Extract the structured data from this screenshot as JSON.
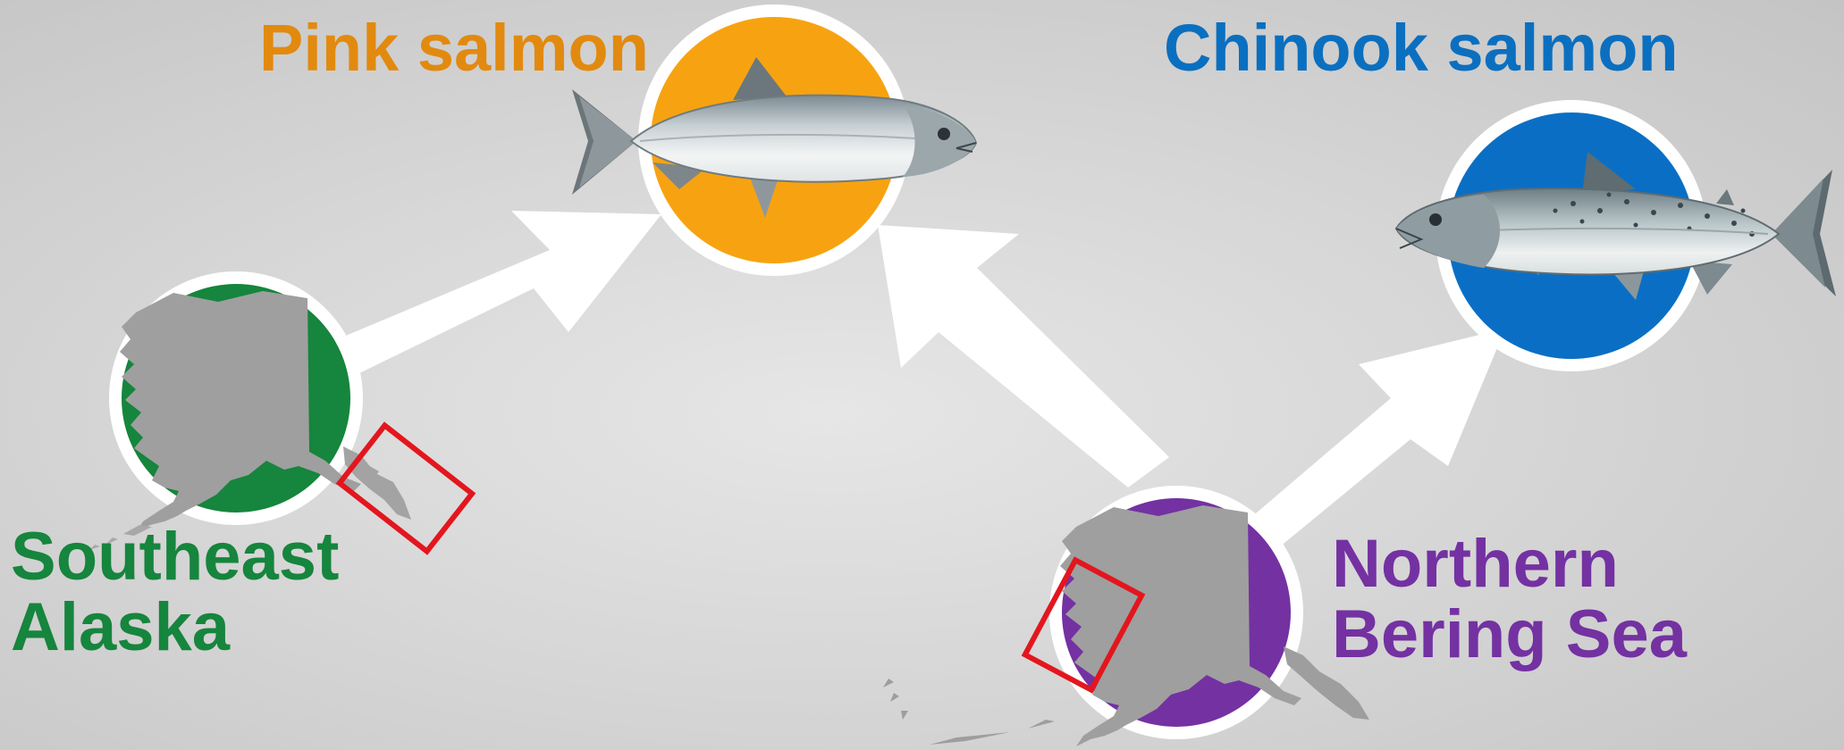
{
  "labels": {
    "pink_salmon": "Pink salmon",
    "chinook_salmon": "Chinook salmon",
    "southeast_alaska": [
      "Southeast",
      "Alaska"
    ],
    "northern_bering_sea": [
      "Northern",
      "Bering Sea"
    ]
  },
  "colors": {
    "pink_salmon": "#E28A0F",
    "pink_circle": "#F7A311",
    "chinook_salmon": "#0B6FC0",
    "chinook_circle": "#0A6FC4",
    "southeast_alaska": "#16853D",
    "northern_bering_sea": "#7431A2",
    "map_land": "#9F9F9F",
    "highlight_box": "#E3161E",
    "arrow": "#FFFFFF"
  },
  "icons": {
    "pink_fish": "salmon-fish-icon",
    "chinook_fish": "salmon-fish-icon",
    "southeast_map": "alaska-map-icon",
    "bering_map": "alaska-map-icon"
  },
  "arrows": [
    {
      "from": "southeast_alaska",
      "to": "pink_salmon"
    },
    {
      "from": "northern_bering_sea",
      "to": "pink_salmon"
    },
    {
      "from": "northern_bering_sea",
      "to": "chinook_salmon"
    }
  ]
}
